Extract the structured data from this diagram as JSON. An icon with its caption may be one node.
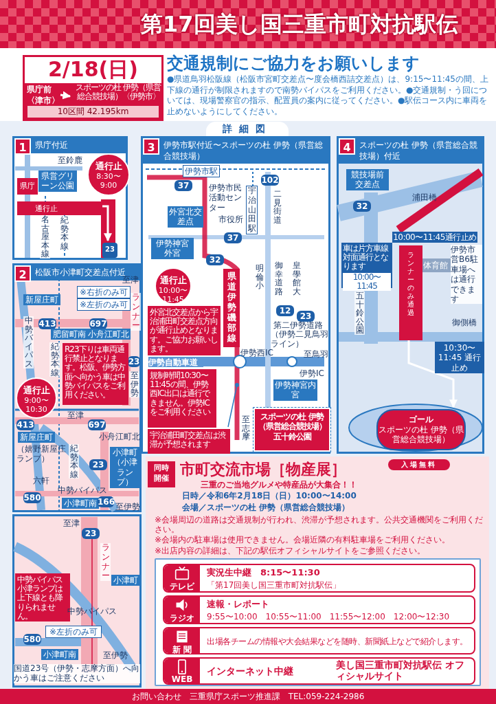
{
  "diagram": {
    "title": "第17回美し国三重市町対抗駅伝",
    "nodes": [
      {
        "text": [
          "2/18(日)",
          "10区間 42.195km"
        ]
      },
      {
        "text": [
          "県庁前〈津市〉"
        ],
        "in": 0
      },
      {
        "text": [
          "スポーツの杜 伊勢（県営総合競技場）〈伊勢市〉"
        ],
        "in": 0
      },
      {
        "text": [
          "1",
          "県庁付近"
        ]
      },
      {
        "text": [
          "通行止",
          "8:30〜9:00"
        ],
        "in": 3
      },
      {
        "text": [
          "県庁"
        ],
        "in": 3
      },
      {
        "text": [
          "通行止"
        ],
        "in": 3
      },
      {
        "text": [
          "23"
        ],
        "in": 3
      },
      {
        "text": [
          "2",
          "松阪市小津町交差点付近"
        ]
      },
      {
        "text": [
          "通行止",
          "9:00〜10:30"
        ],
        "in": 8
      },
      {
        "text": [
          "R23下りは車両通行禁止となります。松阪、伊勢方面へ向かう車は中勢バイパスをご利用ください。"
        ],
        "in": 8
      },
      {
        "text": [
          "中勢バイパス小津ランプは上下線とも降りられません。"
        ]
      },
      {
        "text": [
          "3",
          "伊勢市駅付近〜スポーツの杜 伊勢（県営総合競技場）"
        ]
      },
      {
        "text": [
          "通行止",
          "10:00〜11:45"
        ],
        "in": 12
      },
      {
        "text": [
          "県道伊勢磯部線"
        ],
        "in": 12
      },
      {
        "text": [
          "外宮北交差点から宇治浦田町交差点方向が通行止めとなります。ご協力お願いします。"
        ],
        "in": 12
      },
      {
        "text": [
          "規制時間10:30〜11:45の間、伊勢西IC出口は通行できません。伊勢ICをご利用ください"
        ],
        "in": 12
      },
      {
        "text": [
          "宇治浦田町交差点は渋滞が予想されます"
        ],
        "in": 12
      },
      {
        "text": [
          "スポーツの杜 伊勢（県営総合競技場）五十鈴公園"
        ],
        "in": 12
      },
      {
        "text": [
          "4",
          "スポーツの杜 伊勢（県営総合競技場）付近"
        ]
      },
      {
        "text": [
          "10:00〜11:45通行止め"
        ],
        "in": 19
      },
      {
        "text": [
          "車は片方車線対面通行となります",
          "10:00〜11:45"
        ],
        "in": 19
      },
      {
        "text": [
          "10:30〜11:45 通行止め"
        ],
        "in": 19
      },
      {
        "text": [
          "ゴール",
          "スポーツの杜 伊勢（県営総合競技場）"
        ],
        "in": 19
      },
      {
        "text": [
          "市町交流市場［物産展］",
          "三重のご当地グルメや特産品が大集合！！"
        ]
      },
      {
        "text": [
          "同時開催"
        ],
        "in": 24
      },
      {
        "text": [
          "入場無料"
        ],
        "in": 24
      },
      {
        "text": [],
        "shape": "box",
        "in": 24
      },
      {
        "text": [
          "テレビ",
          "実況生中継　8:15〜11:30",
          "「第17回美し国三重市町対抗駅伝」"
        ],
        "in": 27
      },
      {
        "text": [
          "ラジオ",
          "速報・レポート",
          "9:55〜10:00　10:55〜11:00　11:55〜12:00　12:00〜12:30"
        ],
        "in": 27
      },
      {
        "text": [
          "新 聞",
          "出場各チームの情報や大会結果などを随時、新聞紙上などで紹介します。"
        ],
        "in": 27
      },
      {
        "text": [
          "WEB",
          "インターネット中継",
          "美し国三重市町対抗駅伝 オフィシャルサイト"
        ],
        "in": 27
      },
      {
        "text": [
          "ランナーのみ通過"
        ],
        "in": 19
      }
    ],
    "edges": [
      {
        "from": 1,
        "to": 2,
        "arrow": "to"
      },
      {
        "from": 6,
        "to": 7,
        "arrow": "to"
      },
      {
        "from": 17,
        "to": null,
        "arrow": "other",
        "color": "#2b7bbf"
      },
      {
        "from": 32,
        "to": 23,
        "arrow": "to"
      }
    ],
    "labels": [
      "交通規制にご協力をお願いします",
      "●県道鳥羽松阪線（松阪市宮町交差点〜度会橋西詰交差点）は、9:15〜11:45の間、上下線の通行が制限されますので南勢バイパスをご利用ください。●交通規制・う回については、現場警察官の指示、配置員の案内に従ってください。●駅伝コース内に車両を止めないようにしてください。",
      "詳細図",
      "至鈴鹿",
      "県営グリーン公園",
      "名古屋本線",
      "紀勢本線",
      "新屋庄町",
      "413",
      "※右折のみ可",
      "※左折のみ可",
      "697",
      "肥留町南",
      "小舟江町北",
      "至津",
      "ランナー",
      "中勢バイパス",
      "紀勢本線",
      "23",
      "至伊勢",
      "至津",
      "413",
      "697",
      "新屋庄町",
      "小舟江町北",
      "（嬉野新屋庄ランプ）",
      "紀勢本線",
      "中勢バイパス",
      "23",
      "小津町（小津ランプ）",
      "六軒",
      "580",
      "小津町南",
      "166",
      "至伊勢",
      "至津",
      "23",
      "ランナー",
      "小津町",
      "中勢バイパス",
      "※左折のみ可",
      "580",
      "小津町南",
      "至伊勢",
      "国道23号（伊勢・志摩方面）へ向かう車はご注意ください",
      "伊勢市駅",
      "37",
      "伊勢市民活動センター",
      "102",
      "宇治山田駅",
      "二見街道",
      "外宮北交差点",
      "市役所",
      "37",
      "伊勢神宮外宮",
      "32",
      "明倫小",
      "御幸道路",
      "皇學館大",
      "12",
      "23",
      "第二伊勢道路",
      "（伊勢二見鳥羽ライン）",
      "伊勢西IC",
      "至鳥羽",
      "伊勢自動車道",
      "伊勢IC",
      "伊勢神宮内宮",
      "至志摩",
      "競技場前交差点",
      "32",
      "浦田橋",
      "体育館",
      "五十鈴公園",
      "伊勢市営B6駐車場へは通行できます",
      "御側橋",
      "日時／令和6年2月18日（日）10:00〜14:00",
      "会場／スポーツの杜 伊勢（県営総合競技場）",
      "※会場周辺の道路は交通規制が行われ、渋滞が予想されます。公共交通機関をご利用ください。",
      "※会場内の駐車場は使用できません。会場近隣の有料駐車場をご利用ください。",
      "※出店内容の詳細は、下記の駅伝オフィシャルサイトをご参照ください。",
      "お問い合わせ　三重県庁スポーツ推進課　TEL:059-224-2986"
    ]
  }
}
